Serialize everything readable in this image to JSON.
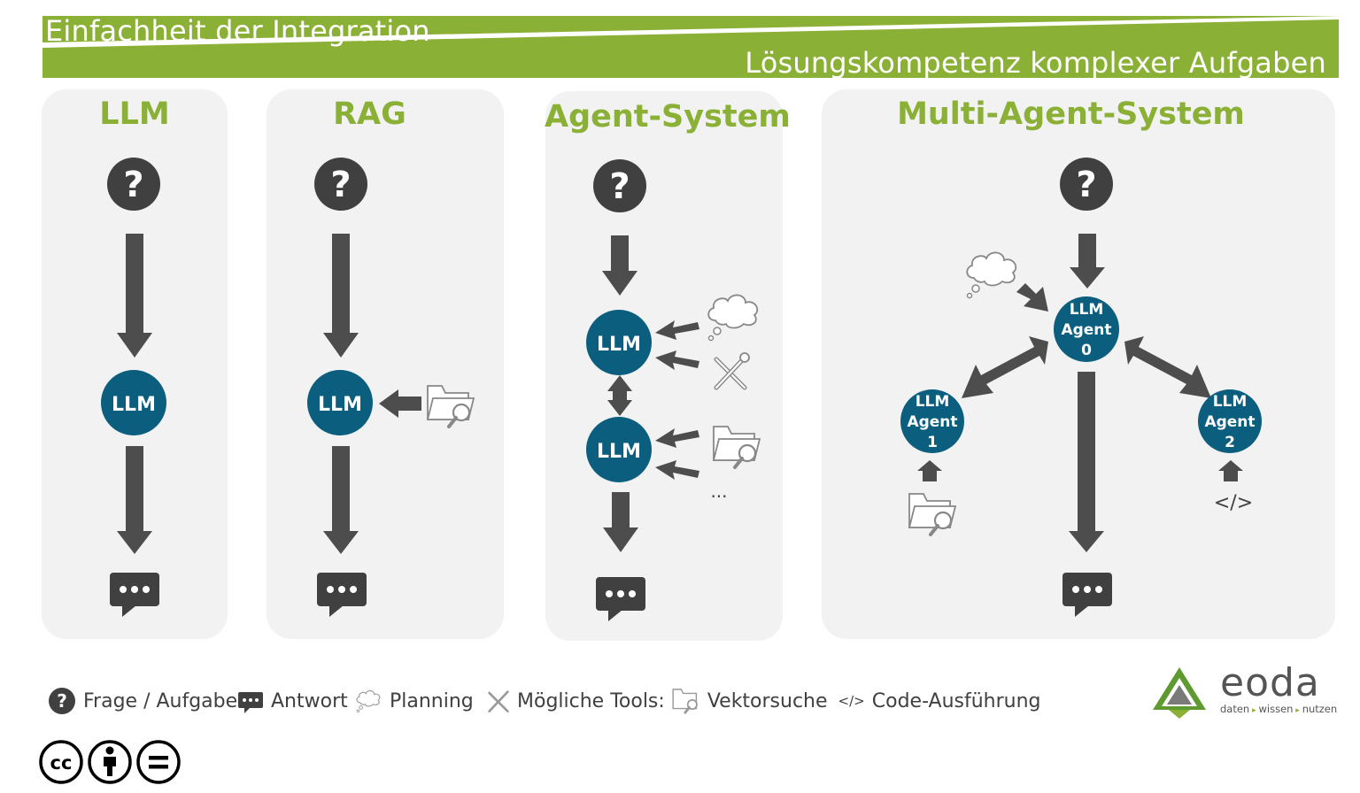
{
  "banner": {
    "left_text": "Einfachheit der Integration",
    "right_text": "Lösungskompetenz komplexer Aufgaben",
    "color": "#8bb036"
  },
  "panels": [
    {
      "title": "LLM"
    },
    {
      "title": "RAG"
    },
    {
      "title": "Agent-System"
    },
    {
      "title": "Multi-Agent-System"
    }
  ],
  "nodes": {
    "llm_label": "LLM",
    "agent0": [
      "LLM",
      "Agent",
      "0"
    ],
    "agent1": [
      "LLM",
      "Agent",
      "1"
    ],
    "agent2": [
      "LLM",
      "Agent",
      "2"
    ],
    "ellipsis": "...",
    "code_symbol": "</>",
    "question_mark": "?",
    "node_color": "#0b5e7e",
    "arrow_color": "#4d4d4d"
  },
  "legend": {
    "question": "Frage / Aufgabe",
    "answer": "Antwort",
    "planning": "Planning",
    "tools": "Mögliche Tools:",
    "vector_search": "Vektorsuche",
    "code_symbol": "</>",
    "code_exec": "Code-Ausführung"
  },
  "logo": {
    "name": "eoda",
    "tagline_parts": [
      "daten",
      "wissen",
      "nutzen"
    ]
  },
  "license_icons": [
    "cc-icon",
    "by-icon",
    "nd-icon"
  ]
}
